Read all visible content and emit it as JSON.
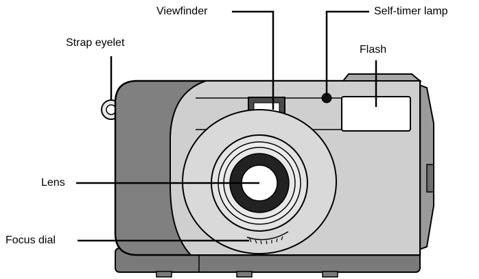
{
  "labels": {
    "viewfinder": "Viewfinder",
    "self_timer_lamp": "Self-timer lamp",
    "strap_eyelet": "Strap eyelet",
    "flash": "Flash",
    "lens": "Lens",
    "focus_dial": "Focus dial"
  },
  "colors": {
    "body_dark": "#808080",
    "body_light": "#cfcfcf",
    "outline": "#000000",
    "background": "#ffffff"
  }
}
